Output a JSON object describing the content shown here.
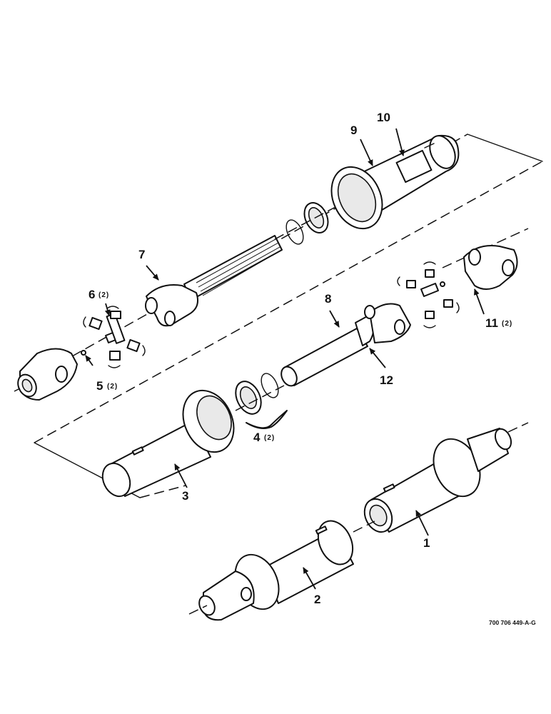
{
  "callouts": [
    {
      "num": "1",
      "qty": ""
    },
    {
      "num": "2",
      "qty": ""
    },
    {
      "num": "3",
      "qty": ""
    },
    {
      "num": "4",
      "qty": "(2)"
    },
    {
      "num": "5",
      "qty": "(2)"
    },
    {
      "num": "6",
      "qty": "(2)"
    },
    {
      "num": "7",
      "qty": ""
    },
    {
      "num": "8",
      "qty": ""
    },
    {
      "num": "9",
      "qty": ""
    },
    {
      "num": "10",
      "qty": ""
    },
    {
      "num": "11",
      "qty": "(2)"
    },
    {
      "num": "12",
      "qty": ""
    }
  ],
  "figure_code": "700 706 449-A-G"
}
